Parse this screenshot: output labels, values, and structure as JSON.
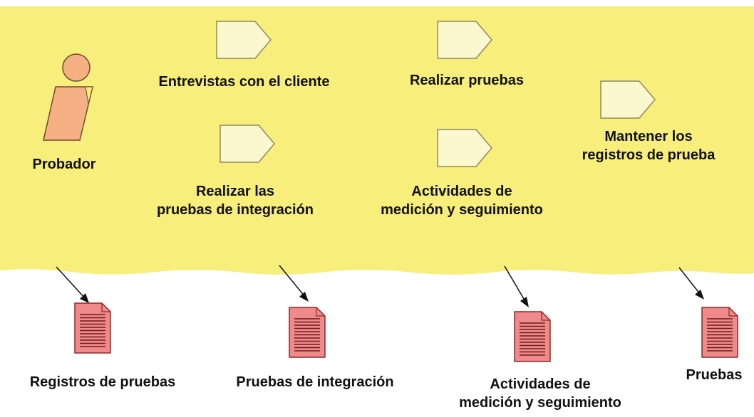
{
  "colors": {
    "swimlane": "#f7ee7b",
    "activity_fill": "#fbf7cf",
    "activity_stroke": "#8f8b5c",
    "actor_fill": "#f5b183",
    "actor_stroke": "#6b4a33",
    "document_fill": "#f08a8a",
    "document_stroke": "#8a2a2a",
    "document_lines": "#6b1a1a",
    "arrow": "#111111",
    "text": "#111111"
  },
  "icons": {
    "actor": "person-icon",
    "activity": "activity-pentagon-icon",
    "document": "document-icon"
  },
  "actor": {
    "label": "Probador"
  },
  "activities": [
    {
      "id": "entrevistas",
      "lines": [
        "Entrevistas con el cliente"
      ]
    },
    {
      "id": "realizar-pruebas",
      "lines": [
        "Realizar pruebas"
      ]
    },
    {
      "id": "mantener-registros",
      "lines": [
        "Mantener los",
        "registros de prueba"
      ]
    },
    {
      "id": "pruebas-integracion",
      "lines": [
        "Realizar las",
        "pruebas de integración"
      ]
    },
    {
      "id": "actividades-medicion",
      "lines": [
        "Actividades de",
        "medición y seguimiento"
      ]
    }
  ],
  "artifacts": [
    {
      "id": "registros-de-pruebas",
      "lines": [
        "Registros de pruebas"
      ]
    },
    {
      "id": "pruebas-de-integracion",
      "lines": [
        "Pruebas de integración"
      ]
    },
    {
      "id": "actividades-de-medicion",
      "lines": [
        "Actividades de",
        "medición y seguimiento"
      ]
    },
    {
      "id": "pruebas",
      "lines": [
        "Pruebas"
      ]
    }
  ]
}
